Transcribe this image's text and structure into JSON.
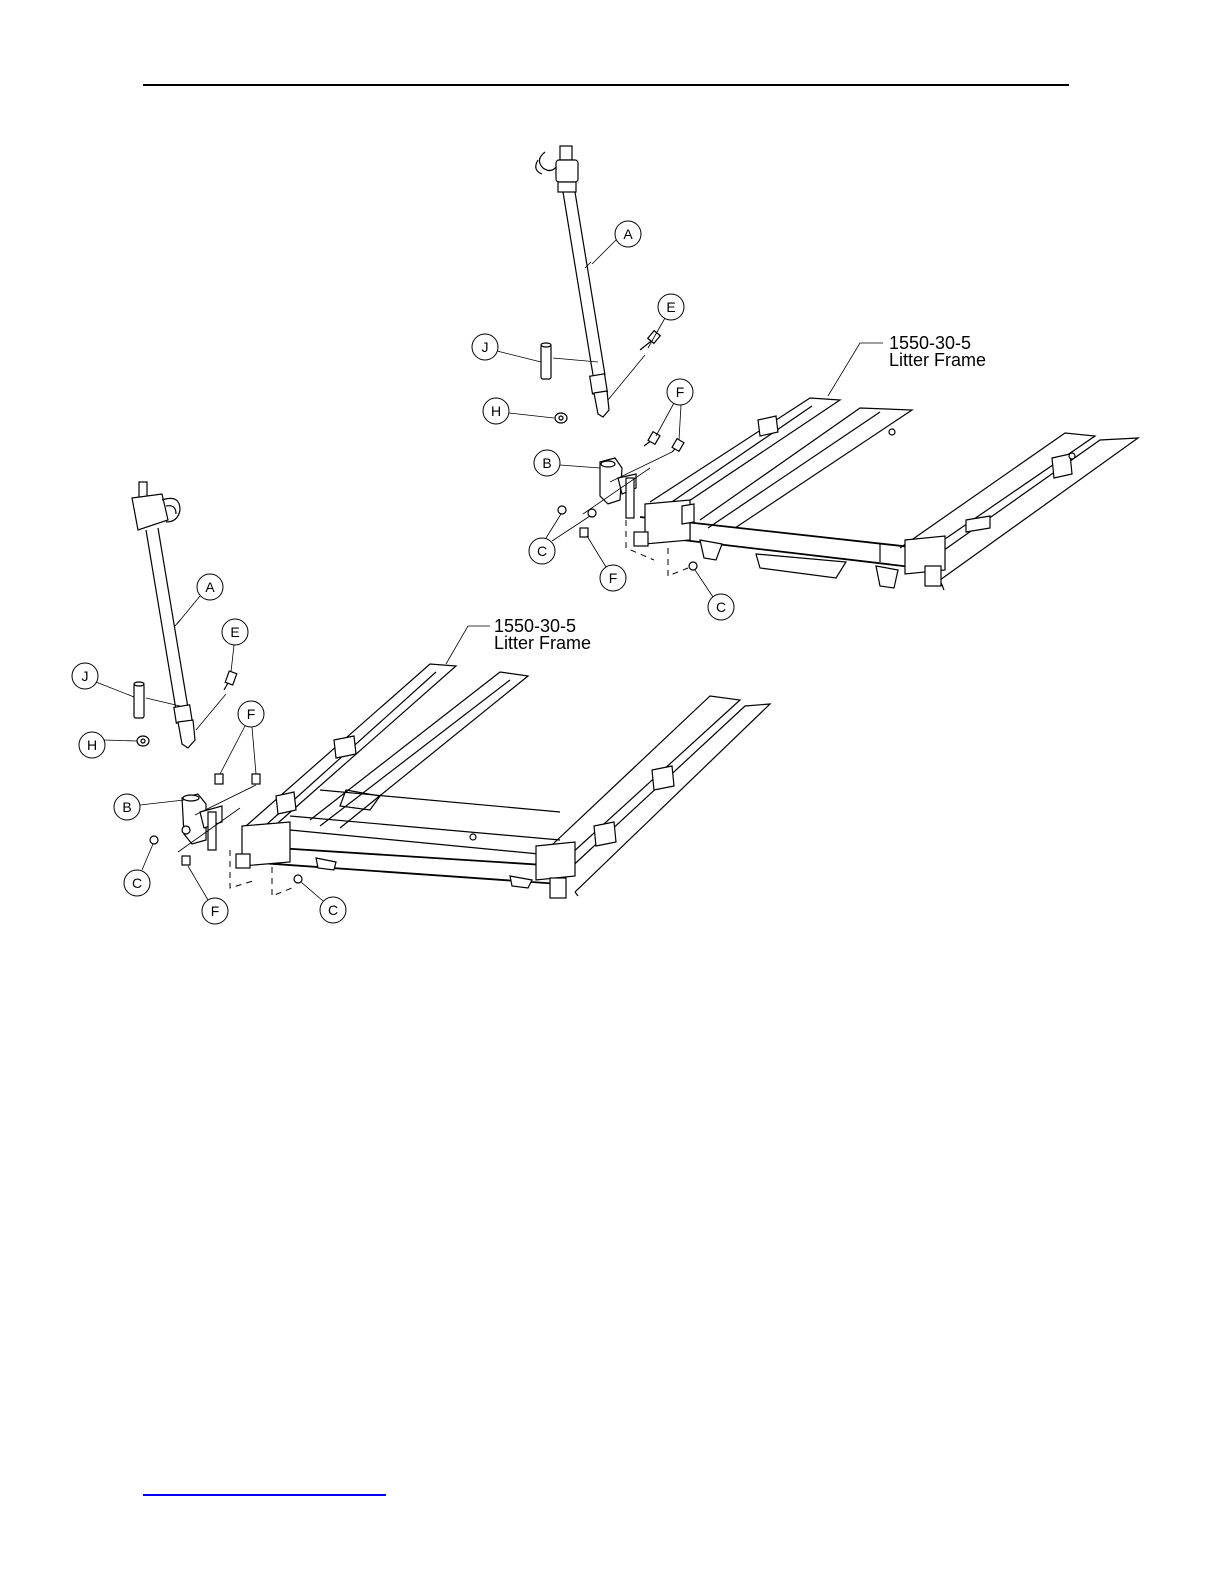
{
  "assemblies": [
    {
      "frame_part_number": "1550-30-5",
      "frame_name": "Litter Frame",
      "labels": [
        "A",
        "E",
        "J",
        "H",
        "F",
        "B",
        "C",
        "F",
        "C"
      ]
    },
    {
      "frame_part_number": "1550-30-5",
      "frame_name": "Litter Frame",
      "labels": [
        "A",
        "E",
        "J",
        "H",
        "F",
        "B",
        "C",
        "F",
        "C"
      ]
    }
  ],
  "colors": {
    "line": "#000000",
    "link": "#0000ee",
    "background": "#ffffff"
  }
}
